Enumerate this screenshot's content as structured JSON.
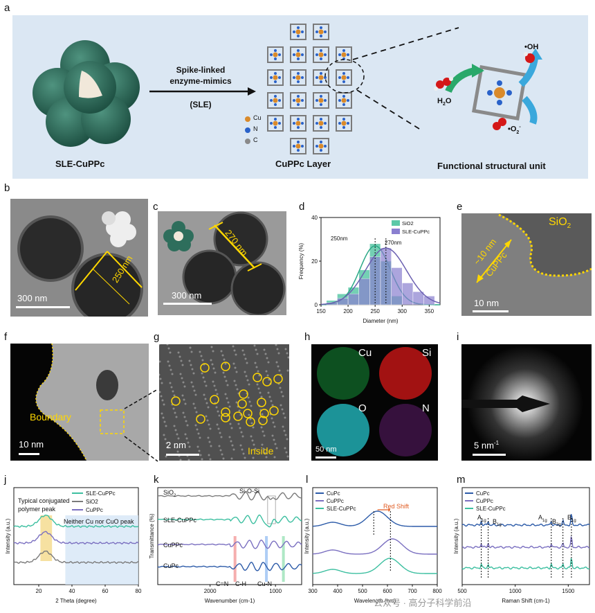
{
  "panels": {
    "a": {
      "label": "a",
      "sle_cuppc": "SLE-CuPPc",
      "arrow_text_1": "Spike-linked",
      "arrow_text_2": "enzyme-mimics",
      "arrow_text_3": "(SLE)",
      "layer": "CuPPc Layer",
      "unit": "Functional structural unit",
      "legend": [
        "Cu",
        "N",
        "C"
      ],
      "oh": "•OH",
      "h2o2": "H",
      "h2o2_sub": "2",
      "h2o2_o": "O",
      "o2": "•O",
      "o2_sub": "2",
      "o2_sup": "-",
      "colors": {
        "sphere": "#2e6e5c",
        "cu": "#d98a2b",
        "n": "#2a62c9",
        "c": "#8a8a8a",
        "arrow_green": "#2aa86a",
        "arrow_blue": "#3aa8dc"
      }
    },
    "b": {
      "label": "b",
      "scale": "300 nm",
      "dim": "250 nm"
    },
    "c": {
      "label": "c",
      "scale": "300 nm",
      "dim": "270 nm"
    },
    "d": {
      "label": "d",
      "ann1": "250nm",
      "ann2": "270nm"
    },
    "e": {
      "label": "e",
      "material": "SiO",
      "material_sub": "2",
      "thick": "~10 nm",
      "layer": "CuPPc",
      "scale": "10 nm"
    },
    "f": {
      "label": "f",
      "boundary": "Boundary",
      "scale": "10 nm"
    },
    "g": {
      "label": "g",
      "scale": "2 nm",
      "inside": "Inside"
    },
    "h": {
      "label": "h",
      "elements": [
        "Cu",
        "Si",
        "O",
        "N"
      ],
      "colors": [
        "#0f5e26",
        "#b41414",
        "#1fa3a8",
        "#3c1344"
      ],
      "scale": "50 nm"
    },
    "i": {
      "label": "i",
      "scale": "5 nm",
      "scale_sup": "-1"
    },
    "j": {
      "label": "j",
      "ann1": "Typical conjugated",
      "ann2": "polymer peak",
      "ann3": "Neither Cu nor CuO peak"
    },
    "k": {
      "label": "k",
      "sio2": "SiO",
      "sio2_sub": "2",
      "sle": "SLE-CuPPc",
      "cuppc": "CuPPc",
      "cupc": "CuPc",
      "sios": "Si-O-Si",
      "cn": "C=N",
      "ch": "C-H",
      "cun": "Cu-N"
    },
    "l": {
      "label": "l",
      "red_shift": "Red Shift"
    },
    "m": {
      "label": "m",
      "peaks": [
        "A",
        "B",
        "A",
        "B",
        "B"
      ],
      "peak_subs": [
        "1g",
        "1g",
        "1g",
        "2g",
        "1g"
      ]
    },
    "watermark": "公众号 · 高分子科学前沿"
  },
  "chart_data": [
    {
      "type": "bar",
      "panel": "d",
      "xlabel": "Diameter (nm)",
      "ylabel": "Frequency (%)",
      "xlim": [
        150,
        370
      ],
      "ylim": [
        0,
        40
      ],
      "xticks": [
        150,
        200,
        250,
        300,
        350
      ],
      "yticks": [
        0,
        20,
        40
      ],
      "legend_position": "top-right",
      "bin_width": 20,
      "series": [
        {
          "name": "SiO2",
          "color": "#5cc8a8",
          "bins": [
            170,
            190,
            210,
            230,
            250,
            270,
            290
          ],
          "values": [
            2,
            5,
            8,
            16,
            28,
            20,
            4
          ]
        },
        {
          "name": "SLE-CuPPc",
          "color": "#8a7fd0",
          "bins": [
            170,
            190,
            210,
            230,
            250,
            270,
            290,
            310,
            330,
            350
          ],
          "values": [
            1,
            3,
            5,
            12,
            22,
            26,
            17,
            10,
            6,
            4
          ]
        }
      ]
    },
    {
      "type": "line",
      "panel": "j",
      "xlabel": "2 Theta (degree)",
      "ylabel": "Intensity (a.u.)",
      "xlim": [
        5,
        80
      ],
      "xticks": [
        20,
        40,
        60,
        80
      ],
      "legend_position": "top-right",
      "series": [
        {
          "name": "SLE-CuPPc",
          "color": "#3cbfa0"
        },
        {
          "name": "SiO2",
          "color": "#7a7a7a"
        },
        {
          "name": "CuPPc",
          "color": "#7a6fc0"
        }
      ]
    },
    {
      "type": "line",
      "panel": "k",
      "xlabel": "Wavenumber (cm-1)",
      "ylabel": "Transmittance (%)",
      "xlim": [
        2800,
        600
      ],
      "xticks": [
        2000,
        1000
      ],
      "series": [
        {
          "name": "SiO2",
          "color": "#7a7a7a"
        },
        {
          "name": "SLE-CuPPc",
          "color": "#3cbfa0"
        },
        {
          "name": "CuPPc",
          "color": "#7a6fc0"
        },
        {
          "name": "CuPc",
          "color": "#2b5aa8"
        }
      ]
    },
    {
      "type": "line",
      "panel": "l",
      "xlabel": "Wavelength (nm)",
      "ylabel": "Intensity (a.u.)",
      "xlim": [
        300,
        800
      ],
      "xticks": [
        300,
        400,
        500,
        600,
        700,
        800
      ],
      "legend_position": "top-left",
      "series": [
        {
          "name": "CuPc",
          "color": "#2b5aa8"
        },
        {
          "name": "CuPPc",
          "color": "#7a6fc0"
        },
        {
          "name": "SLE-CuPPc",
          "color": "#3cbfa0"
        }
      ]
    },
    {
      "type": "line",
      "panel": "m",
      "xlabel": "Raman Shift (cm-1)",
      "ylabel": "Intensity (a.u.)",
      "xlim": [
        500,
        1700
      ],
      "xticks": [
        500,
        1000,
        1500
      ],
      "legend_position": "top-left",
      "series": [
        {
          "name": "CuPc",
          "color": "#2b5aa8"
        },
        {
          "name": "CuPPc",
          "color": "#7a6fc0"
        },
        {
          "name": "SLE-CuPPc",
          "color": "#3cbfa0"
        }
      ]
    }
  ]
}
